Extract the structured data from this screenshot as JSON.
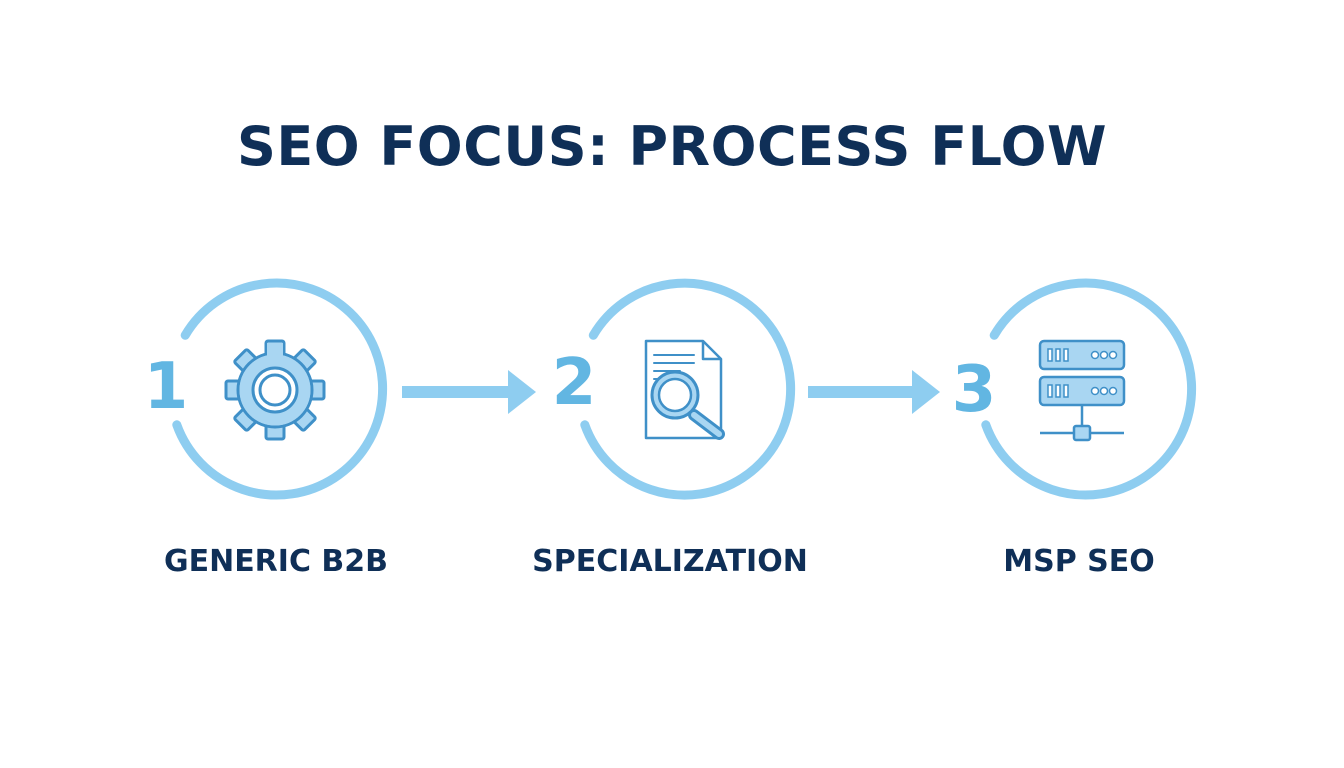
{
  "title": "SEO FOCUS: PROCESS FLOW",
  "colors": {
    "ring": "#8ecdf0",
    "arrow": "#8ecdf0",
    "number": "#62b6e2",
    "icon_stroke": "#3f90c8",
    "icon_fill": "#a9d6f2",
    "text_dark": "#0f2f57"
  },
  "steps": [
    {
      "number": "1",
      "label": "GENERIC B2B",
      "icon": "gear-icon"
    },
    {
      "number": "2",
      "label": "SPECIALIZATION",
      "icon": "document-search-icon"
    },
    {
      "number": "3",
      "label": "MSP SEO",
      "icon": "server-network-icon"
    }
  ]
}
